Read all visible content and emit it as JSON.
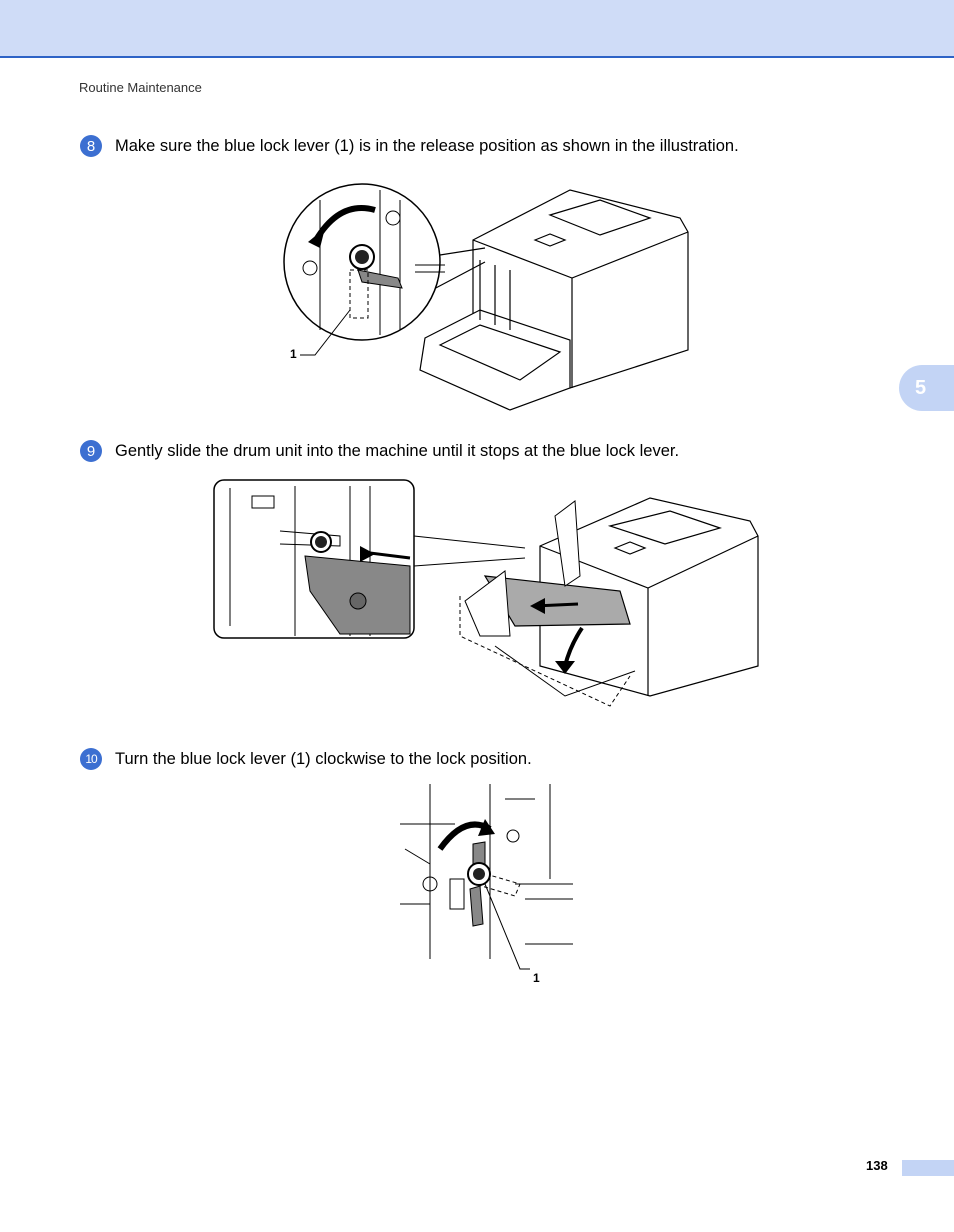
{
  "header": {
    "section": "Routine Maintenance"
  },
  "chapter_tab": "5",
  "steps": [
    {
      "number": "8",
      "text": "Make sure the blue lock lever (1) is in the release position as shown in the illustration."
    },
    {
      "number": "9",
      "text": "Gently slide the drum unit into the machine until it stops at the blue lock lever."
    },
    {
      "number": "10",
      "text": "Turn the blue lock lever (1) clockwise to the lock position."
    }
  ],
  "callouts": {
    "fig1": "1",
    "fig3": "1"
  },
  "footer": {
    "page_number": "138"
  },
  "colors": {
    "header_band": "#cfdcf7",
    "header_rule": "#2e63c6",
    "badge": "#3c6fd1",
    "tab": "#c3d4f5"
  }
}
